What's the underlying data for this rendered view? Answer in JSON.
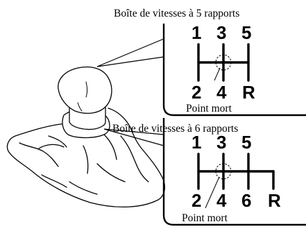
{
  "diagram": {
    "five_speed": {
      "title": "Boîte de vitesses à 5 rapports",
      "gears": [
        "1",
        "3",
        "5",
        "2",
        "4",
        "R"
      ],
      "neutral_label": "Point mort"
    },
    "six_speed": {
      "title": "Boîte de vitesses à 6 rapports",
      "gears": [
        "1",
        "3",
        "5",
        "2",
        "4",
        "6",
        "R"
      ],
      "neutral_label": "Point mort"
    }
  }
}
